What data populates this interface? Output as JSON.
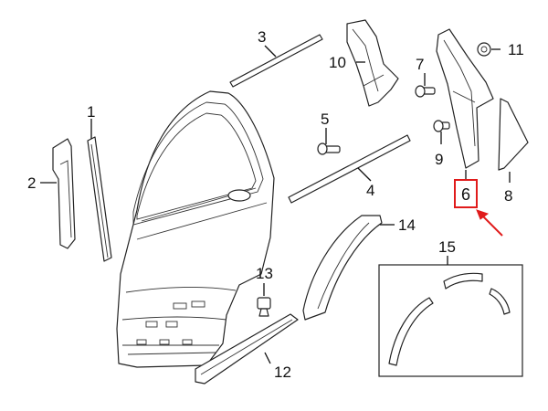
{
  "diagram": {
    "callouts": [
      {
        "id": "c1",
        "label": "1"
      },
      {
        "id": "c2",
        "label": "2"
      },
      {
        "id": "c3",
        "label": "3"
      },
      {
        "id": "c4",
        "label": "4"
      },
      {
        "id": "c5",
        "label": "5"
      },
      {
        "id": "c6",
        "label": "6"
      },
      {
        "id": "c7",
        "label": "7"
      },
      {
        "id": "c8",
        "label": "8"
      },
      {
        "id": "c9",
        "label": "9"
      },
      {
        "id": "c10",
        "label": "10"
      },
      {
        "id": "c11",
        "label": "11"
      },
      {
        "id": "c12",
        "label": "12"
      },
      {
        "id": "c13",
        "label": "13"
      },
      {
        "id": "c14",
        "label": "14"
      },
      {
        "id": "c15",
        "label": "15"
      }
    ],
    "highlight": {
      "label": "6",
      "box_color": "#e01b1b",
      "arrow_color": "#e01b1b"
    }
  }
}
